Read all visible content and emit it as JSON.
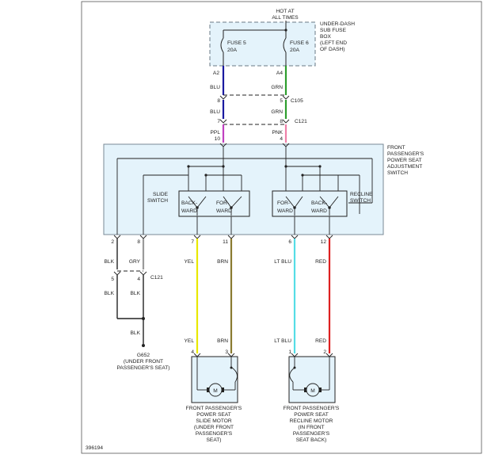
{
  "colors": {
    "blu": "#1a1aa0",
    "grn": "#2e9e2e",
    "ppl": "#c040c0",
    "pnk": "#ee80a8",
    "blk": "#222222",
    "gry": "#9a9a9a",
    "yel": "#e8e800",
    "brn": "#8a7a30",
    "ltblu": "#55dde6",
    "red": "#dd2020",
    "panel_fill": "#e4f3fb",
    "panel_stroke": "#7a8a96"
  },
  "power": {
    "line1": "HOT AT",
    "line2": "ALL TIMES"
  },
  "fuse_box": {
    "label": [
      "UNDER-DASH",
      "SUB FUSE",
      "BOX",
      "(LEFT END",
      "OF DASH)"
    ],
    "fuse5": [
      "FUSE 5",
      "20A"
    ],
    "fuse6": [
      "FUSE 6",
      "20A"
    ],
    "pin_left": "A2",
    "pin_right": "A4"
  },
  "wires_top": {
    "blu_1": "BLU",
    "grn_1": "GRN",
    "c105_pin_left": "8",
    "c105_pin_right": "5",
    "c105": "C105",
    "blu_2": "BLU",
    "grn_2": "GRN",
    "c121_pin_left": "7",
    "c121_pin_right": "8",
    "c121": "C121",
    "ppl": "PPL",
    "pnk": "PNK",
    "switch_pin_left": "10",
    "switch_pin_right": "4"
  },
  "switch_assembly": {
    "label": [
      "FRONT",
      "PASSENGER'S",
      "POWER SEAT",
      "ADJUSTMENT",
      "SWITCH"
    ],
    "slide_label": [
      "SLIDE",
      "SWITCH"
    ],
    "recline_label": [
      "RECLINE",
      "SWITCH"
    ],
    "slide_back": [
      "BACK-",
      "WARD"
    ],
    "slide_fwd": [
      "FOR-",
      "WARD"
    ],
    "recline_fwd": [
      "FOR-",
      "WARD"
    ],
    "recline_back": [
      "BACK-",
      "WARD"
    ],
    "pins": [
      "2",
      "8",
      "7",
      "11",
      "6",
      "12"
    ]
  },
  "wires_bottom": {
    "blk": "BLK",
    "gry": "GRY",
    "yel": "YEL",
    "brn": "BRN",
    "ltblu": "LT BLU",
    "red": "RED",
    "c121_pin_left": "5",
    "c121_pin_right": "4",
    "c121": "C121",
    "blk_2a": "BLK",
    "blk_2b": "BLK",
    "blk_3": "BLK",
    "yel_2": "YEL",
    "brn_2": "BRN",
    "ltblu_2": "LT BLU",
    "red_2": "RED"
  },
  "ground": {
    "id": "G652",
    "note": [
      "(UNDER FRONT",
      "PASSENGER'S SEAT)"
    ]
  },
  "slide_motor": {
    "pin_left": "4",
    "pin_right": "3",
    "symbol": "M",
    "label": [
      "FRONT PASSENGER'S",
      "POWER SEAT",
      "SLIDE MOTOR",
      "(UNDER FRONT",
      "PASSENGER'S",
      "SEAT)"
    ]
  },
  "recline_motor": {
    "pin_left": "1",
    "pin_right": "2",
    "symbol": "M",
    "label": [
      "FRONT PASSENGER'S",
      "POWER SEAT",
      "RECLINE MOTOR",
      "(IN FRONT",
      "PASSENGER'S",
      "SEAT BACK)"
    ]
  },
  "diagram_id": "396194"
}
